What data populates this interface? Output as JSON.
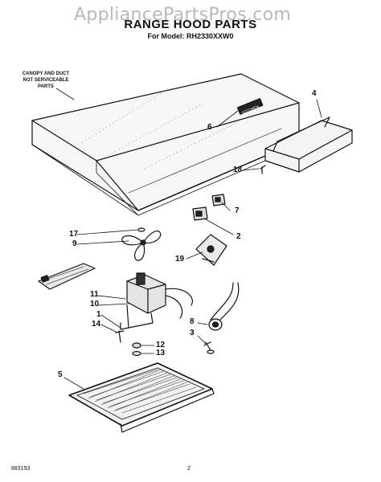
{
  "watermark": "AppliancePartsPros.com",
  "title": "RANGE HOOD PARTS",
  "subtitle": "For Model: RH2330XXW0",
  "note": [
    "CANOPY AND DUCT",
    "NOT SERVICEABLE",
    "PARTS"
  ],
  "badge": "KITCHEN",
  "callouts": [
    "1",
    "2",
    "3",
    "4",
    "5",
    "6",
    "7",
    "8",
    "9",
    "10",
    "11",
    "12",
    "13",
    "14",
    "17",
    "18",
    "19"
  ],
  "footer": {
    "code": "883193",
    "page": "2"
  }
}
